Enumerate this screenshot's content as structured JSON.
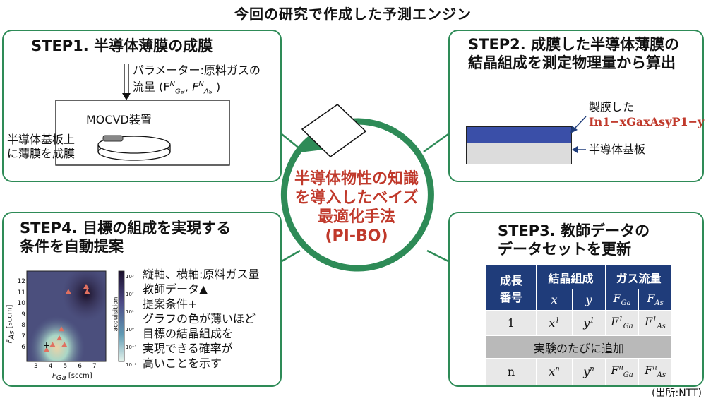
{
  "title": "今回の研究で作成した予測エンジン",
  "center": {
    "line1": "半導体物性の知識",
    "line2": "を導入したベイズ",
    "line3": "最適化手法",
    "line4": "(PI-BO)"
  },
  "step1": {
    "title": "STEP1. 半導体薄膜の成膜",
    "param_line1": "パラメーター:原料ガスの",
    "param_line2": "流量 (F",
    "device": "MOCVD装置",
    "substrate_line1": "半導体基板上",
    "substrate_line2": "に薄膜を成膜"
  },
  "step2": {
    "title_line1": "STEP2. 成膜した半導体薄膜の",
    "title_line2": "結晶組成を測定物理量から算出",
    "film_label": "製膜した",
    "formula": "In1−xGaxAsyP1−y",
    "substrate_label": "半導体基板",
    "film_color": "#3a4fa8",
    "substrate_color": "#dcdcdc"
  },
  "step3": {
    "title_line1": "STEP3. 教師データの",
    "title_line2": "データセットを更新",
    "table": {
      "growth_no_line1": "成長",
      "growth_no_line2": "番号",
      "composition": "結晶組成",
      "gas_flow": "ガス流量",
      "x": "x",
      "y": "y",
      "fga": "F",
      "fas": "F",
      "row1_no": "1",
      "add_label": "実験のたびに追加",
      "rown_no": "n"
    }
  },
  "step4": {
    "title_line1": "STEP4. 目標の組成を実現する",
    "title_line2": "条件を自動提案",
    "desc": [
      "縦軸、横軸:原料ガス量",
      "教師データ▲",
      "提案条件+",
      "グラフの色が薄いほど",
      "目標の結晶組成を",
      "実現できる確率が",
      "高いことを示す"
    ],
    "chart": {
      "xlabel": "F",
      "ylabel": "F",
      "colorbar_label": "acquisition",
      "x_ticks": [
        "3",
        "4",
        "5",
        "6",
        "7"
      ],
      "y_ticks": [
        "12",
        "11",
        "10",
        "9",
        "8",
        "7",
        "6"
      ],
      "cb_ticks": [
        "10³",
        "10²",
        "10¹",
        "10⁰",
        "10⁻¹",
        "10⁻²"
      ]
    }
  },
  "source": "(出所:NTT)"
}
